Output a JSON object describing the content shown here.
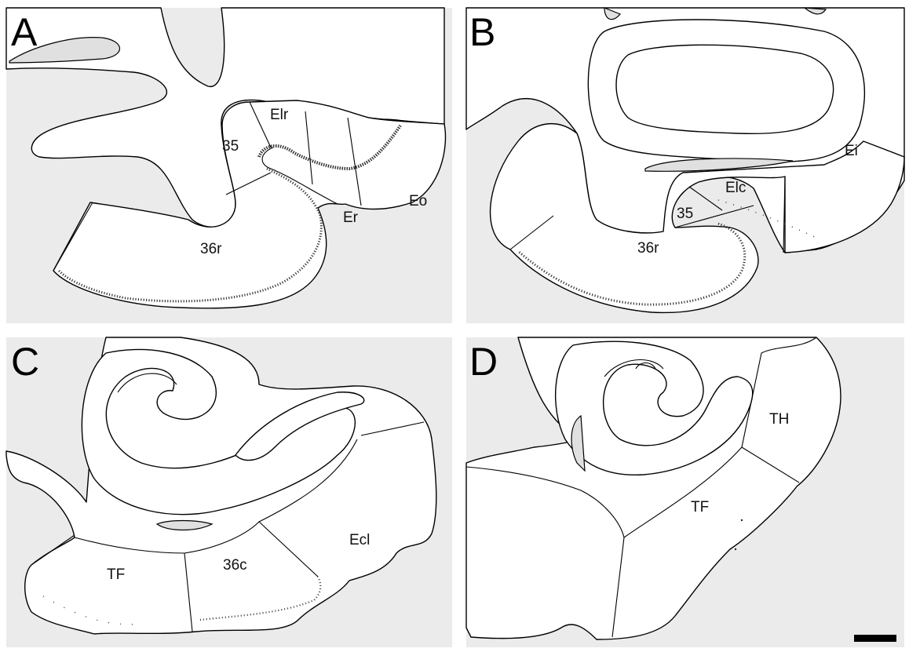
{
  "panels": {
    "A": {
      "letter": "A",
      "labels": {
        "elr": "Elr",
        "p35": "35",
        "eo": "Eo",
        "er": "Er",
        "a36r": "36r"
      }
    },
    "B": {
      "letter": "B",
      "labels": {
        "ei": "Ei",
        "elc": "Elc",
        "p35": "35",
        "a36r": "36r"
      }
    },
    "C": {
      "letter": "C",
      "labels": {
        "ecl": "Ecl",
        "tf": "TF",
        "a36c": "36c"
      }
    },
    "D": {
      "letter": "D",
      "labels": {
        "th": "TH",
        "tf": "TF"
      }
    }
  },
  "colors": {
    "background": "#ebebeb",
    "tissue": "#ffffff",
    "ventricle": "#e0e0e0",
    "outline": "#000000",
    "labeled_cells": "#222222"
  },
  "scale_bar": {
    "present": true
  }
}
